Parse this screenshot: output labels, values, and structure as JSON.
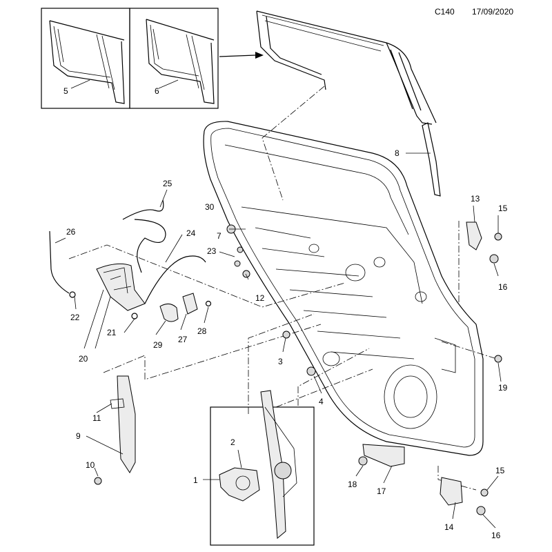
{
  "header": {
    "code": "C140",
    "date": "17/09/2020"
  },
  "callouts": {
    "c1": "1",
    "c2": "2",
    "c3": "3",
    "c4": "4",
    "c5": "5",
    "c6": "6",
    "c7": "7",
    "c8": "8",
    "c9": "9",
    "c10": "10",
    "c11": "11",
    "c12": "12",
    "c13": "13",
    "c14": "14",
    "c15a": "15",
    "c15b": "15",
    "c16a": "16",
    "c16b": "16",
    "c17": "17",
    "c18": "18",
    "c19": "19",
    "c20": "20",
    "c21": "21",
    "c22": "22",
    "c23": "23",
    "c24": "24",
    "c25": "25",
    "c26": "26",
    "c27": "27",
    "c28": "28",
    "c29": "29",
    "c30": "30"
  }
}
